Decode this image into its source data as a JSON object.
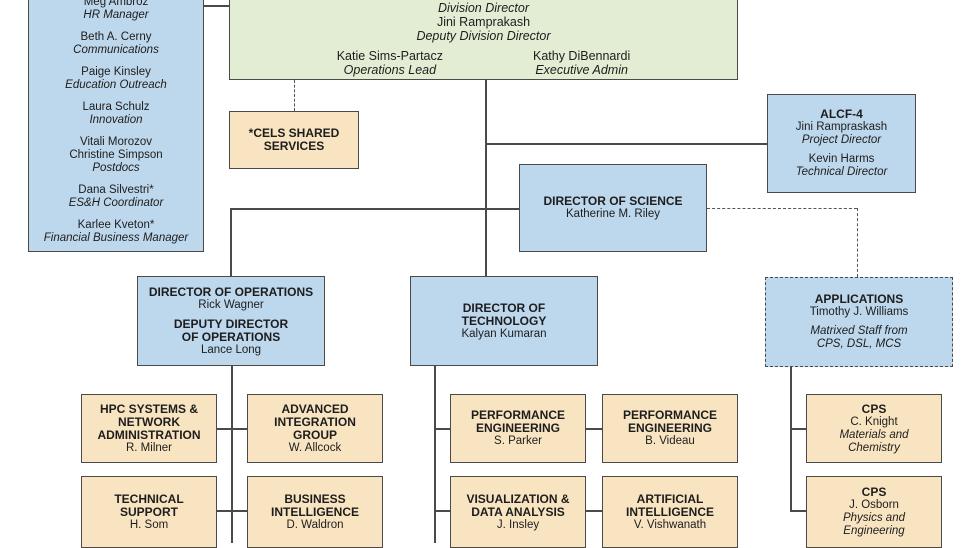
{
  "staff": [
    {
      "name": "Meg Ambroz",
      "role": "HR Manager"
    },
    {
      "name": "Beth A. Cerny",
      "role": "Communications"
    },
    {
      "name": "Paige Kinsley",
      "role": "Education Outreach"
    },
    {
      "name": "Laura Schulz",
      "role": "Innovation"
    },
    {
      "name": "Vitali Morozov",
      "name2": "Christine Simpson",
      "role": "Postdocs"
    },
    {
      "name": "Dana Silvestri*",
      "role": "ES&H Coordinator"
    },
    {
      "name": "Karlee Kveton*",
      "role": "Financial Business Manager"
    }
  ],
  "division": {
    "director_role": "Division Director",
    "deputy_name": "Jini Ramprakash",
    "deputy_role": "Deputy Division Director",
    "ops_name": "Katie Sims-Partacz",
    "ops_role": "Operations Lead",
    "admin_name": "Kathy DiBennardi",
    "admin_role": "Executive Admin"
  },
  "cels": {
    "title": "*CELS SHARED SERVICES"
  },
  "alcf4": {
    "title": "ALCF-4",
    "name1": "Jini Rampraskash",
    "role1": "Project Director",
    "name2": "Kevin Harms",
    "role2": "Technical Director"
  },
  "science": {
    "title": "DIRECTOR OF SCIENCE",
    "name": "Katherine M. Riley"
  },
  "operations": {
    "title": "DIRECTOR OF OPERATIONS",
    "name": "Rick Wagner",
    "title2": "DEPUTY DIRECTOR OF OPERATIONS",
    "name2": "Lance Long"
  },
  "technology": {
    "title": "DIRECTOR OF TECHNOLOGY",
    "name": "Kalyan Kumaran"
  },
  "applications": {
    "title": "APPLICATIONS",
    "name": "Timothy J. Williams",
    "note": "Matrixed Staff from CPS, DSL, MCS"
  },
  "groups": [
    {
      "title": "HPC SYSTEMS & NETWORK ADMINISTRATION",
      "name": "R. Milner"
    },
    {
      "title": "ADVANCED INTEGRATION GROUP",
      "name": "W. Allcock"
    },
    {
      "title": "TECHNICAL SUPPORT",
      "name": "H. Som"
    },
    {
      "title": "BUSINESS INTELLIGENCE",
      "name": "D. Waldron"
    },
    {
      "title": "PERFORMANCE ENGINEERING",
      "name": "S. Parker"
    },
    {
      "title": "PERFORMANCE ENGINEERING",
      "name": "B. Videau"
    },
    {
      "title": "VISUALIZATION & DATA ANALYSIS",
      "name": "J. Insley"
    },
    {
      "title": "ARTIFICIAL INTELLIGENCE",
      "name": "V. Vishwanath"
    }
  ],
  "cps": [
    {
      "title": "CPS",
      "name": "C. Knight",
      "area": "Materials and Chemistry"
    },
    {
      "title": "CPS",
      "name": "J. Osborn",
      "area": "Physics and Engineering"
    }
  ],
  "colors": {
    "blue": "#bdd7ec",
    "green": "#e3edd3",
    "tan": "#f9e4c1"
  }
}
